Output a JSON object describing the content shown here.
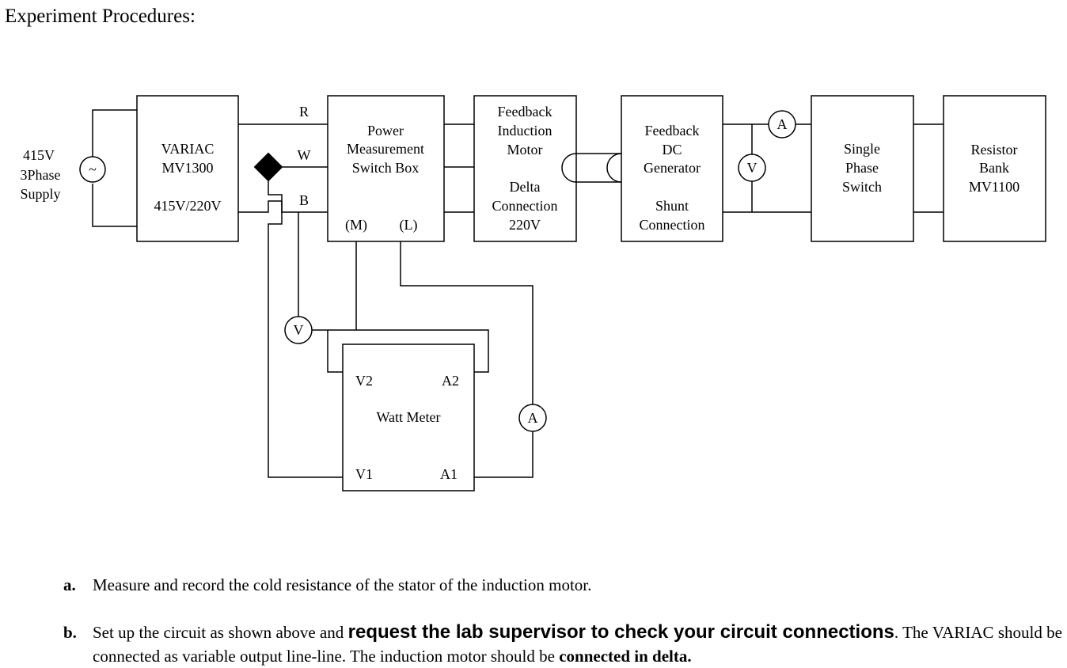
{
  "heading": "Experiment Procedures:",
  "diagram": {
    "supply": [
      "415V",
      "3Phase",
      "Supply"
    ],
    "source_symbol": "~",
    "variac": [
      "VARIAC",
      "MV1300",
      "415V/220V"
    ],
    "lines": {
      "r": "R",
      "w": "W",
      "b": "B"
    },
    "switch_box": [
      "Power",
      "Measurement",
      "Switch Box"
    ],
    "switch_terminals": {
      "m": "(M)",
      "l": "(L)"
    },
    "motor": [
      "Feedback",
      "Induction",
      "Motor",
      "Delta",
      "Connection",
      "220V"
    ],
    "generator": [
      "Feedback",
      "DC",
      "Generator",
      "Shunt",
      "Connection"
    ],
    "single_phase": [
      "Single",
      "Phase",
      "Switch"
    ],
    "resistor_bank": [
      "Resistor",
      "Bank",
      "MV1100"
    ],
    "meters": {
      "voltmeter": "V",
      "ammeter": "A"
    },
    "wattmeter": {
      "title": "Watt Meter",
      "v2": "V2",
      "a2": "A2",
      "v1": "V1",
      "a1": "A1"
    }
  },
  "steps": [
    {
      "label": "a.",
      "text": "Measure and record the cold resistance of the stator of the induction motor."
    },
    {
      "label": "b.",
      "pre": "Set up the circuit as shown above and ",
      "emphasis": "request the lab supervisor to check your circuit connections",
      "mid": ". The VARIAC should be connected as variable output line-line. The induction motor should be ",
      "emphasis2": "connected in delta."
    }
  ]
}
